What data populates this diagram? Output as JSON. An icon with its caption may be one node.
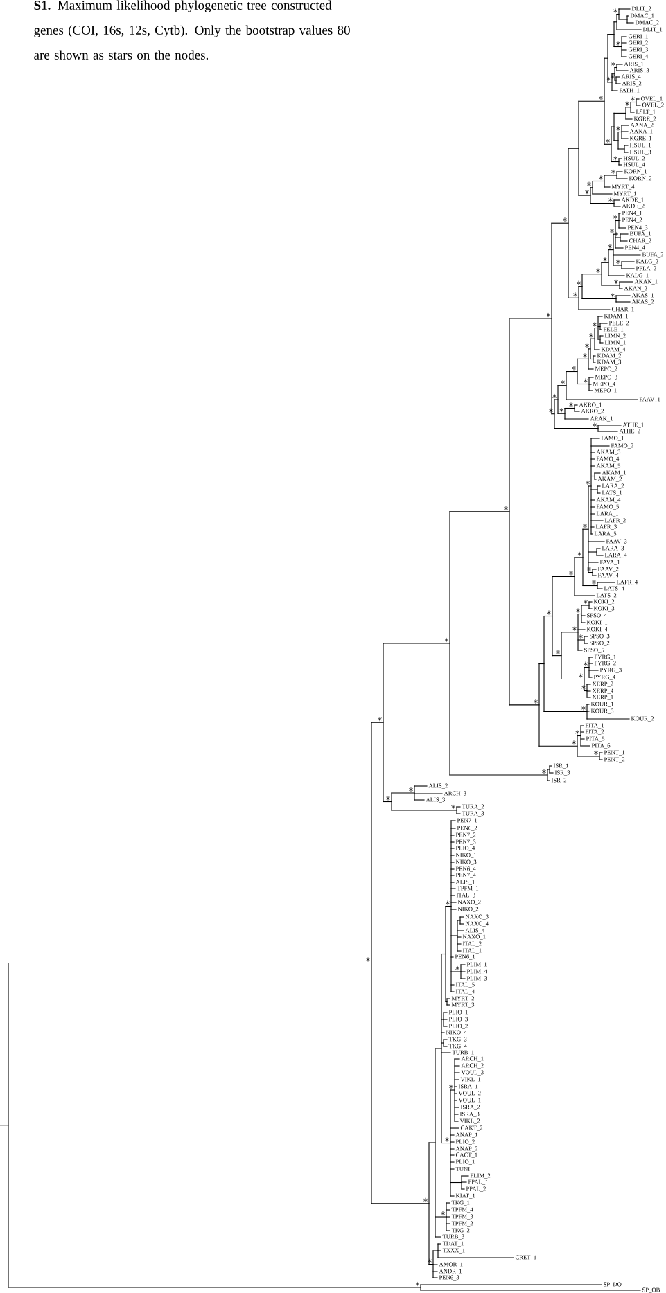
{
  "diagram": {
    "caption": "**S1.** Maximum likelihood phylogenetic tree constructed genes (COI, 16s, 12s, Cytb). Only the bootstrap values 80 are shown as stars on the nodes.",
    "labels": [
      "DLIT_2",
      "DMAC_1",
      "DMAC_2",
      "DLIT_1",
      "GERI_1",
      "GERI_2",
      "GERI_3",
      "GERI_4",
      "ARIS_1",
      "ARIS_3",
      "ARIS_4",
      "ARIS_2",
      "PATH_1",
      "OVEL_1",
      "OVEL_2",
      "LSLT_1",
      "KGRE_2",
      "AANA_2",
      "AANA_1",
      "KGRE_1",
      "HSUL_1",
      "HSUL_3",
      "HSUL_2",
      "HSUL_4",
      "KORN_1",
      "KORN_2",
      "MYRT_4",
      "MYRT_1",
      "AKDE_1",
      "AKDE_2",
      "PEN4_1",
      "PEN4_2",
      "PEN4_3",
      "BUFA_1",
      "CHAR_2",
      "PEN4_4",
      "BUFA_2",
      "KALG_2",
      "PPLA_2",
      "KALG_1",
      "AKAN_1",
      "AKAN_2",
      "AKAS_1",
      "AKAS_2",
      "CHAR_1",
      "KDAM_1",
      "PELE_2",
      "PELE_1",
      "LIMN_2",
      "LIMN_1",
      "KDAM_4",
      "KDAM_2",
      "KDAM_3",
      "MEPO_2",
      "MEPO_3",
      "MEPO_4",
      "MEPO_1",
      "FAAV_1",
      "AKRO_1",
      "AKRO_2",
      "ARAK_1",
      "ATHE_1",
      "ATHE_2",
      "FAMO_1",
      "FAMO_2",
      "AKAM_3",
      "FAMO_4",
      "AKAM_5",
      "AKAM_1",
      "AKAM_2",
      "LARA_2",
      "LATS_1",
      "AKAM_4",
      "FAMO_5",
      "LARA_1",
      "LAFR_2",
      "LAFR_3",
      "LARA_5",
      "FAAV_3",
      "LARA_3",
      "LARA_4",
      "FAVA_1",
      "FAAV_2",
      "FAAV_4",
      "LAFR_4",
      "LATS_4",
      "LATS_2",
      "KOKI_2",
      "KOKI_3",
      "SPSO_4",
      "KOKI_1",
      "KOKI_4",
      "SPSO_3",
      "SPSO_2",
      "SPSO_5",
      "PYRG_1",
      "PYRG_2",
      "PYRG_3",
      "PYRG_4",
      "XERP_2",
      "XERP_4",
      "XERP_1",
      "KOUR_1",
      "KOUR_3",
      "KOUR_2",
      "PITA_1",
      "PITA_2",
      "PITA_5",
      "PITA_6",
      "PENT_1",
      "PENT_2",
      "ISR_1",
      "ISR_3",
      "ISR_2",
      "ALIS_2",
      "ARCH_3",
      "ALIS_3",
      "TURA_2",
      "TURA_3",
      "PEN7_1",
      "PEN6_2",
      "PEN7_2",
      "PEN7_3",
      "PLIO_4",
      "NIKO_1",
      "NIKO_3",
      "PEN6_4",
      "PEN7_4",
      "ALIS_1",
      "TPFM_1",
      "ITAL_3",
      "NAXO_2",
      "NIKO_2",
      "NAXO_3",
      "NAXO_4",
      "ALIS_4",
      "NAXO_1",
      "ITAL_2",
      "ITAL_1",
      "PEN6_1",
      "PLIM_1",
      "PLIM_4",
      "PLIM_3",
      "ITAL_5",
      "ITAL_4",
      "MYRT_2",
      "MYRT_3",
      "PLIO_1",
      "PLIO_3",
      "PLIO_2",
      "NIKO_4",
      "TKG_3",
      "TKG_4",
      "TURB_1",
      "ARCH_1",
      "ARCH_2",
      "VOUL_3",
      "VIKL_1",
      "ISRA_1",
      "VOUL_2",
      "VOUL_1",
      "ISRA_2",
      "ISRA_3",
      "VIKL_2",
      "CAKT_2",
      "ANAP_1",
      "PLIO_2",
      "ANAP_2",
      "CACT_1",
      "PLIO_1",
      "TUNI",
      "PLIM_2",
      "PPAL_1",
      "PPAL_2",
      "KIAT_1",
      "TKG_1",
      "TPFM_4",
      "TPFM_3",
      "TPFM_2",
      "TKG_2",
      "TURB_3",
      "TDAT_1",
      "TXXX_1",
      "CRET_1",
      "AMOR_1",
      "ANDR_1",
      "PEN6_3",
      "SP_DO",
      "SP_OB"
    ]
  }
}
